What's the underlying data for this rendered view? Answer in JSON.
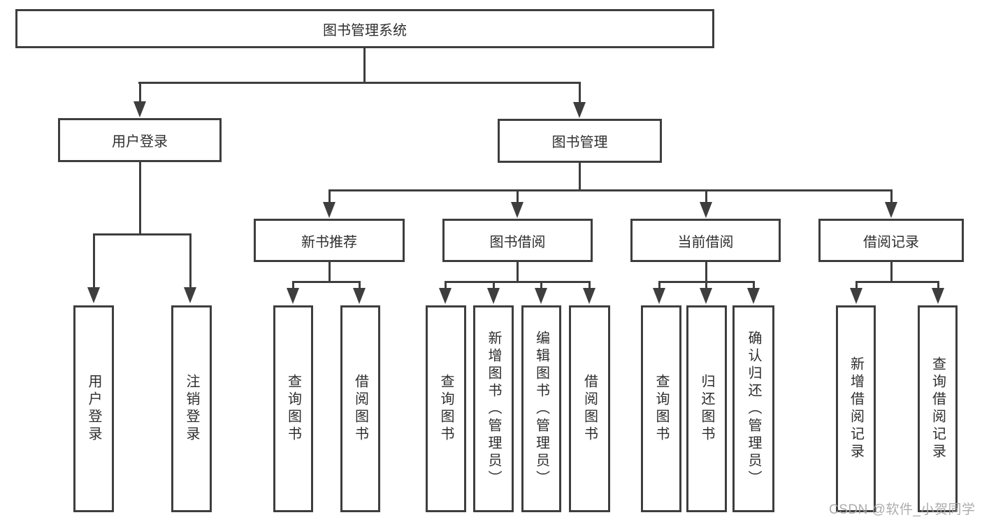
{
  "diagram": {
    "type": "hierarchy-tree",
    "root": {
      "label": "图书管理系统"
    },
    "branches": [
      {
        "label": "用户登录",
        "children": [
          {
            "label": "用户登录"
          },
          {
            "label": "注销登录"
          }
        ]
      },
      {
        "label": "图书管理",
        "children": [
          {
            "label": "新书推荐",
            "children": [
              {
                "label": "查询图书"
              },
              {
                "label": "借阅图书"
              }
            ]
          },
          {
            "label": "图书借阅",
            "children": [
              {
                "label": "查询图书"
              },
              {
                "label": "新增图书（管理员）"
              },
              {
                "label": "编辑图书（管理员）"
              },
              {
                "label": "借阅图书"
              }
            ]
          },
          {
            "label": "当前借阅",
            "children": [
              {
                "label": "查询图书"
              },
              {
                "label": "归还图书"
              },
              {
                "label": "确认归还（管理员）"
              }
            ]
          },
          {
            "label": "借阅记录",
            "children": [
              {
                "label": "新增借阅记录"
              },
              {
                "label": "查询借阅记录"
              }
            ]
          }
        ]
      }
    ]
  },
  "watermark": {
    "text": "CSDN @软件_小贺同学"
  },
  "colors": {
    "line": "#3e3e3e",
    "text": "#2e2e2e",
    "background": "#ffffff",
    "watermark": "#a6a6a6"
  }
}
